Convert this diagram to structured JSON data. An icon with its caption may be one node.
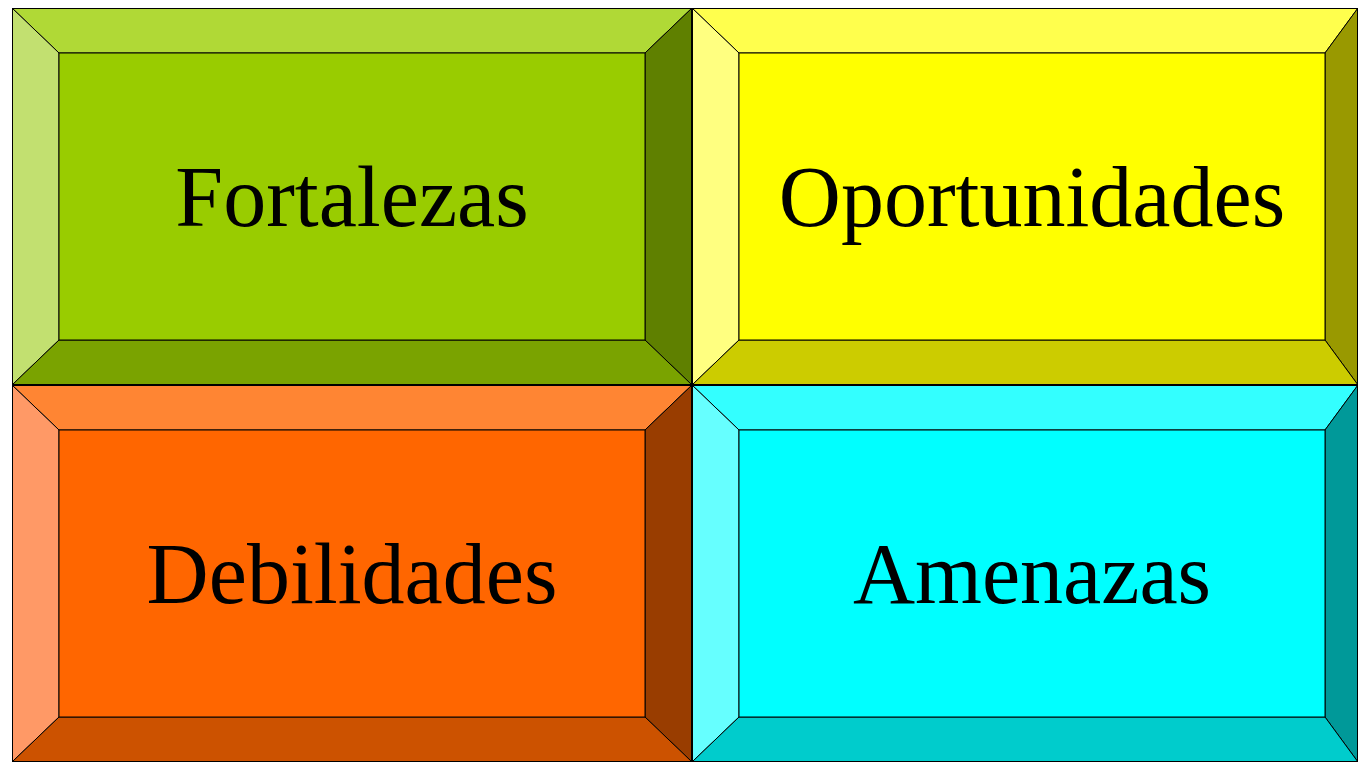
{
  "diagram": {
    "nodes": [
      {
        "text": [
          "Fortalezas"
        ]
      },
      {
        "text": [
          "Oportunidades"
        ]
      },
      {
        "text": [
          "Debilidades"
        ]
      },
      {
        "text": [
          "Amenazas"
        ]
      }
    ]
  }
}
